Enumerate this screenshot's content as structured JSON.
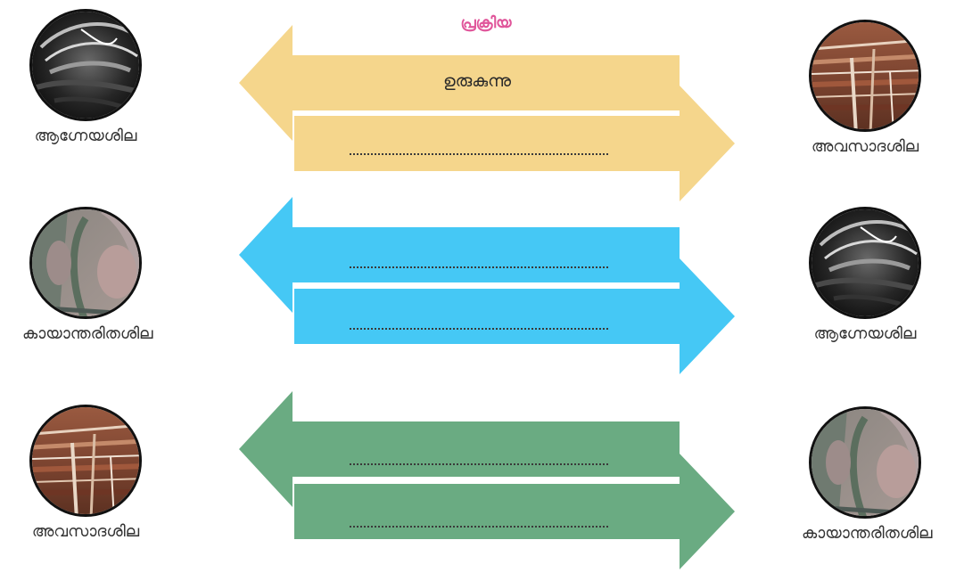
{
  "heading": "പ്രക്രിയ",
  "rows": [
    {
      "left_rock": "ആഗ്നേയശില",
      "right_rock": "അവസാദശില",
      "arrow_color": "#f5d68c",
      "left_arrow_text": "ഉരുകുന്നു",
      "right_arrow_text": "",
      "left_image": "igneous",
      "right_image": "sedimentary"
    },
    {
      "left_rock": "കായാന്തരിതശില",
      "right_rock": "ആഗ്നേയശില",
      "arrow_color": "#45c8f5",
      "left_arrow_text": "",
      "right_arrow_text": "",
      "left_image": "metamorphic",
      "right_image": "igneous"
    },
    {
      "left_rock": "അവസാദശില",
      "right_rock": "കായാന്തരിതശില",
      "arrow_color": "#6aab82",
      "left_arrow_text": "",
      "right_arrow_text": "",
      "left_image": "sedimentary",
      "right_image": "metamorphic"
    }
  ]
}
